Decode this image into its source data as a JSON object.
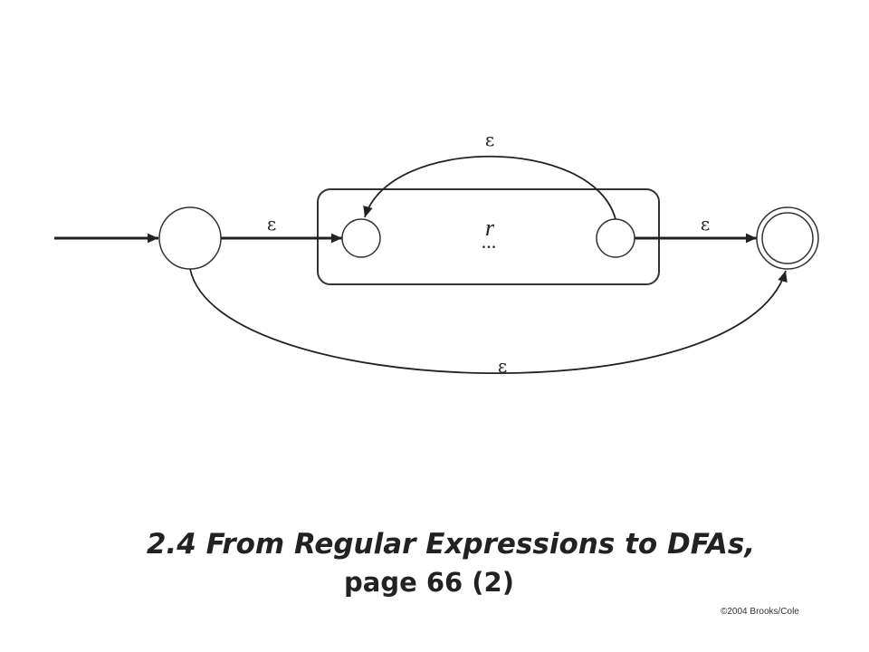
{
  "diagram": {
    "epsilon": "ε",
    "box_label": "r",
    "box_ellipsis": "...",
    "edges": [
      {
        "from": "start",
        "to": "inner-start",
        "label": "ε"
      },
      {
        "from": "inner-end",
        "to": "inner-start",
        "label": "ε"
      },
      {
        "from": "inner-end",
        "to": "final",
        "label": "ε"
      },
      {
        "from": "start",
        "to": "final",
        "label": "ε"
      }
    ]
  },
  "title": {
    "line1": "2.4  From Regular Expressions to DFAs,",
    "line2": "page 66 (2)"
  },
  "copyright": "©2004 Brooks/Cole"
}
